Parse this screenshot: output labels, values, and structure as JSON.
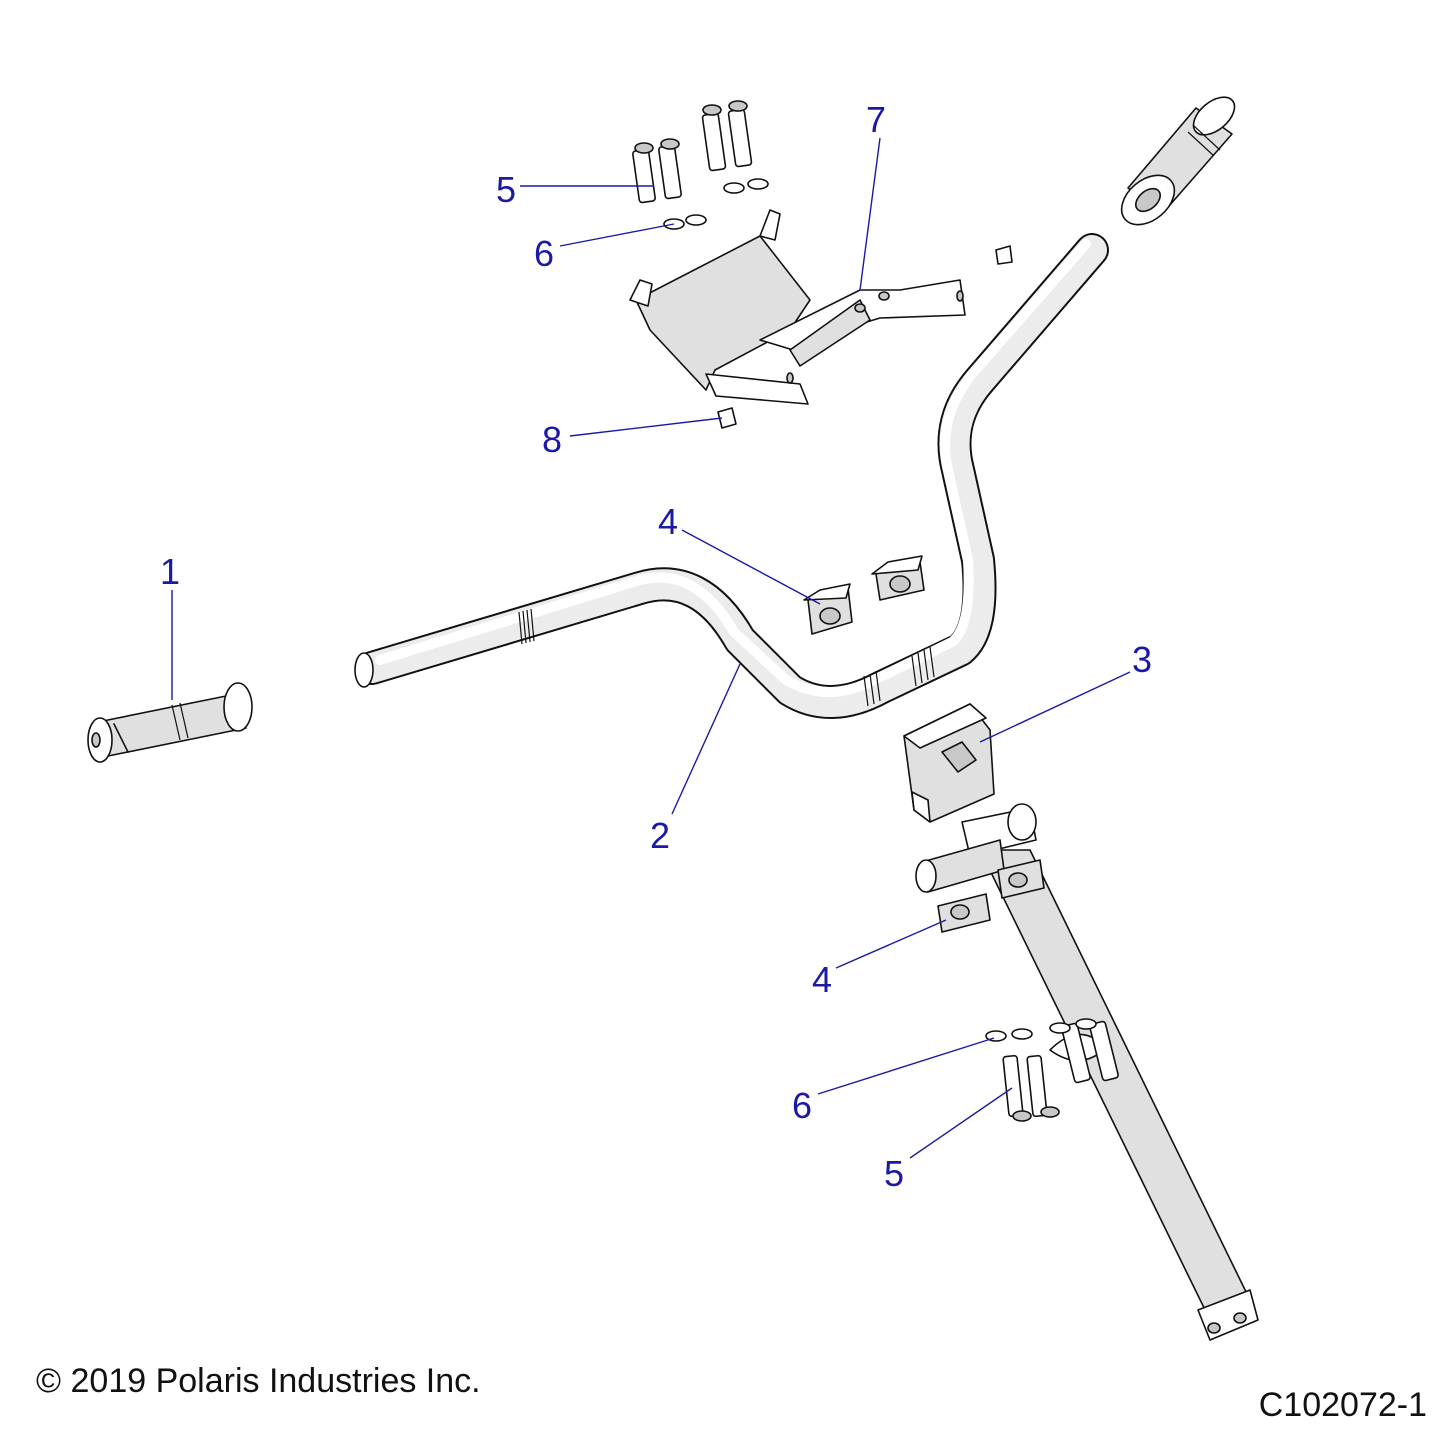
{
  "callouts": {
    "c1": "1",
    "c2": "2",
    "c3": "3",
    "c4_upper": "4",
    "c4_lower": "4",
    "c5_upper": "5",
    "c5_lower": "5",
    "c6_upper": "6",
    "c6_lower": "6",
    "c7": "7",
    "c8": "8"
  },
  "footer": {
    "copyright": "© 2019 Polaris Industries Inc.",
    "figure_code": "C102072-1"
  },
  "colors": {
    "callout": "#1a1aa6",
    "line": "#111111"
  }
}
